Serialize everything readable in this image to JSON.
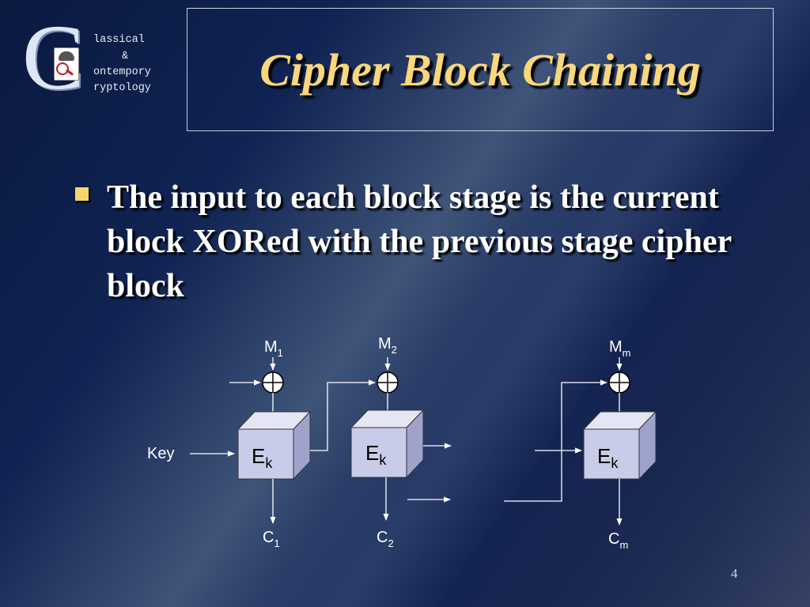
{
  "logo": {
    "letter": "C",
    "lines": [
      "lassical",
      "&",
      "ontempory",
      "ryptology"
    ]
  },
  "slide": {
    "title": "Cipher Block Chaining",
    "bullet": "The input to each block stage is the current block XORed with the previous stage cipher block",
    "page_number": "4"
  },
  "diagram": {
    "key_label": "Key",
    "stages": [
      {
        "m_main": "M",
        "m_sub": "1",
        "e_main": "E",
        "e_sub": "k",
        "c_main": "C",
        "c_sub": "1"
      },
      {
        "m_main": "M",
        "m_sub": "2",
        "e_main": "E",
        "e_sub": "k",
        "c_main": "C",
        "c_sub": "2"
      },
      {
        "m_main": "M",
        "m_sub": "m",
        "e_main": "E",
        "e_sub": "k",
        "c_main": "C",
        "c_sub": "m"
      }
    ]
  },
  "colors": {
    "background": "#0e1e4e",
    "title": "#f9d77a",
    "bullet_marker": "#f7d46f",
    "text": "#ffffff",
    "cube_front": "#c8cce8",
    "cube_top": "#e4e6f4",
    "cube_side": "#9ea3cc"
  }
}
